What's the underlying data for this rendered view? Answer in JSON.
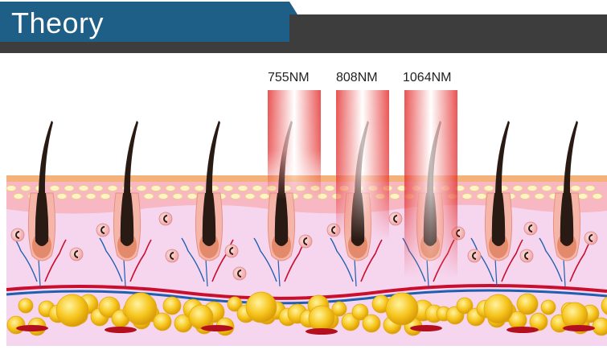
{
  "header": {
    "title": "Theory"
  },
  "wavelengths": [
    {
      "label": "755NM",
      "depth": "shallow"
    },
    {
      "label": "808NM",
      "depth": "medium"
    },
    {
      "label": "1064NM",
      "depth": "deep"
    }
  ],
  "colors": {
    "header_blue": "#1d5f86",
    "header_dark": "#3d3d3d",
    "epidermis_top": "#f4b27a",
    "epidermis": "#f7b9c2",
    "dermis": "#f6d6ee",
    "fat": "#f5c21b",
    "laser": "#e53030",
    "hair": "#2a1a14",
    "artery": "#c8102e",
    "vein": "#1f5fb0"
  },
  "icons": [
    "hair-follicle-icon",
    "cell-icon",
    "fat-globule-icon",
    "laser-beam-icon"
  ]
}
